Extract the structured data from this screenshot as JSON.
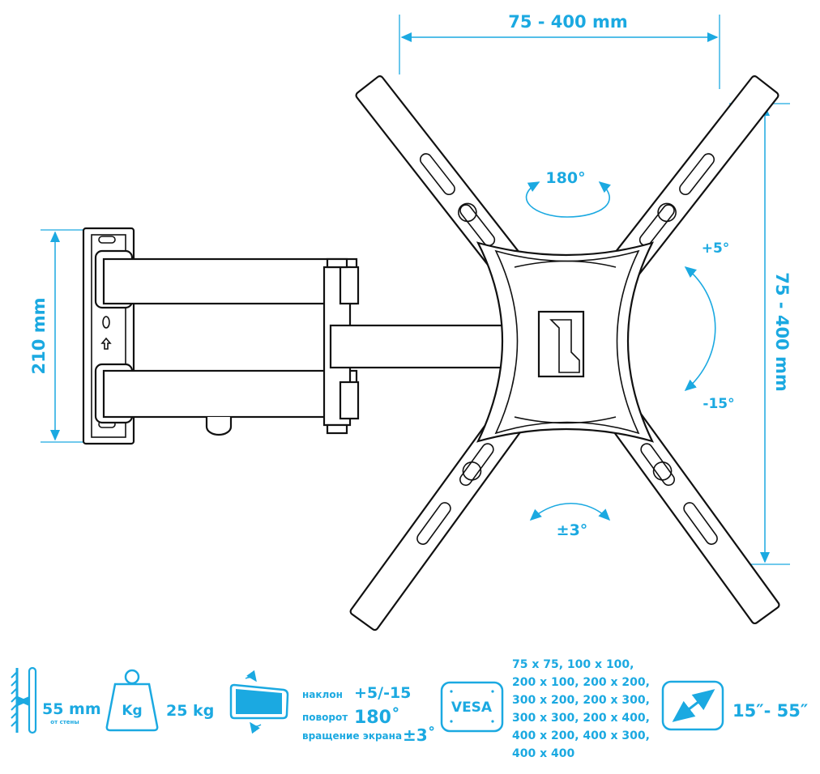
{
  "accent_color": "#1ba9e1",
  "dimensions": {
    "top_width": "75 - 400 mm",
    "right_height": "75 - 400 mm",
    "left_plate_height": "210 mm"
  },
  "angles": {
    "swivel": "180°",
    "tilt_up": "+5°",
    "tilt_down": "-15°",
    "rotation": "±3°"
  },
  "specs": {
    "wall_distance": {
      "value": "55 mm",
      "caption": "от стены",
      "icon": "wall-distance-icon"
    },
    "weight": {
      "icon_label": "Kg",
      "value": "25 kg",
      "icon": "weight-icon"
    },
    "motion": {
      "icon": "tv-motion-icon",
      "tilt_label": "наклон",
      "tilt_value": "+5/-15",
      "swivel_label": "поворот",
      "swivel_value": "180˚",
      "rotation_label": "вращение экрана",
      "rotation_value": "±3˚"
    },
    "vesa": {
      "icon_label": "VESA",
      "lines": [
        "75 x 75, 100 x 100,",
        "200 x 100, 200 x 200,",
        "300 x 200, 200 x 300,",
        "300 x 300, 200 x 400,",
        "400 x 200, 400 x 300,",
        "400 x 400"
      ]
    },
    "screen_size": {
      "icon": "diagonal-icon",
      "value": "15″- 55″"
    }
  }
}
